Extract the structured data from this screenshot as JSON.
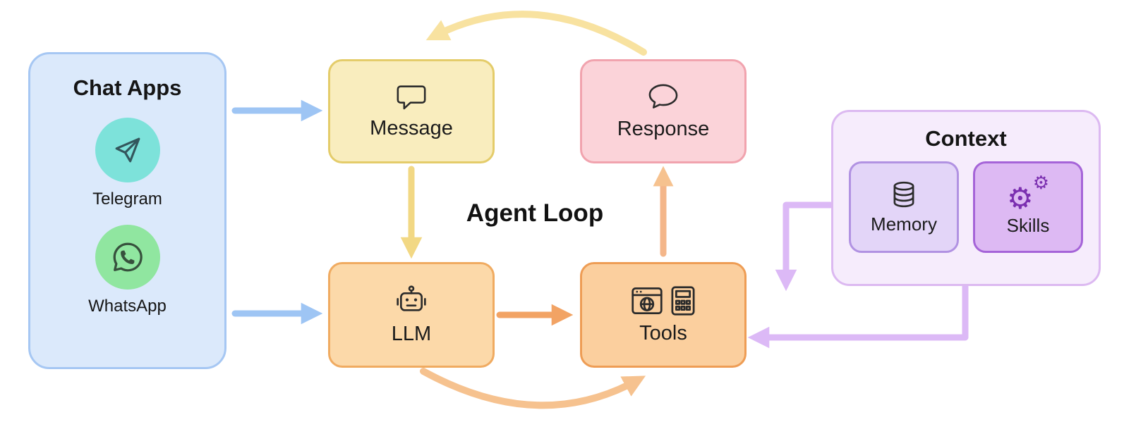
{
  "diagram": {
    "center_label": "Agent Loop",
    "background": "#ffffff",
    "chat_apps": {
      "title": "Chat Apps",
      "fill": "#dbe9fb",
      "border": "#a6c7f3",
      "items": [
        {
          "label": "Telegram",
          "icon": "telegram-icon",
          "badge_color": "#7de2da"
        },
        {
          "label": "WhatsApp",
          "icon": "whatsapp-icon",
          "badge_color": "#90e6a0"
        }
      ]
    },
    "nodes": [
      {
        "id": "message",
        "label": "Message",
        "icon": "speech-square-icon",
        "fill": "#f9edbe",
        "border": "#e4cc6a"
      },
      {
        "id": "response",
        "label": "Response",
        "icon": "speech-bubble-icon",
        "fill": "#fbd3d9",
        "border": "#f1a3ae"
      },
      {
        "id": "llm",
        "label": "LLM",
        "icon": "robot-icon",
        "fill": "#fcd9a9",
        "border": "#f0ab61"
      },
      {
        "id": "tools",
        "label": "Tools",
        "icon": "browser-and-calculator-icon",
        "fill": "#fbcf9e",
        "border": "#ee9d55"
      }
    ],
    "context": {
      "title": "Context",
      "fill": "#f6ecfc",
      "border": "#dcb9f1",
      "items": [
        {
          "label": "Memory",
          "icon": "database-icon",
          "fill": "#e3d5f8",
          "border": "#b192e2"
        },
        {
          "label": "Skills",
          "icon": "gears-icon",
          "fill": "#ddb9f3",
          "border": "#a564d8"
        }
      ]
    },
    "arrows": [
      {
        "from": "chat-apps",
        "to": "message",
        "color": "#9ec5f4",
        "style": "straight"
      },
      {
        "from": "chat-apps",
        "to": "llm",
        "color": "#9ec5f4",
        "style": "straight"
      },
      {
        "from": "message",
        "to": "llm",
        "color": "#f2d884",
        "style": "straight"
      },
      {
        "from": "response",
        "to": "message",
        "color": "#f8e2a0",
        "style": "curved-top"
      },
      {
        "from": "llm",
        "to": "tools",
        "color": "#f2a364",
        "style": "straight"
      },
      {
        "from": "llm",
        "to": "tools",
        "color": "#f6c28f",
        "style": "curved-bottom"
      },
      {
        "from": "tools",
        "to": "response",
        "color": "#f4b68a",
        "style": "straight"
      },
      {
        "from": "context",
        "to": "tools",
        "color": "#dcb9f6",
        "style": "elbow-top"
      },
      {
        "from": "context",
        "to": "tools",
        "color": "#dcb9f6",
        "style": "elbow-bottom"
      }
    ]
  }
}
